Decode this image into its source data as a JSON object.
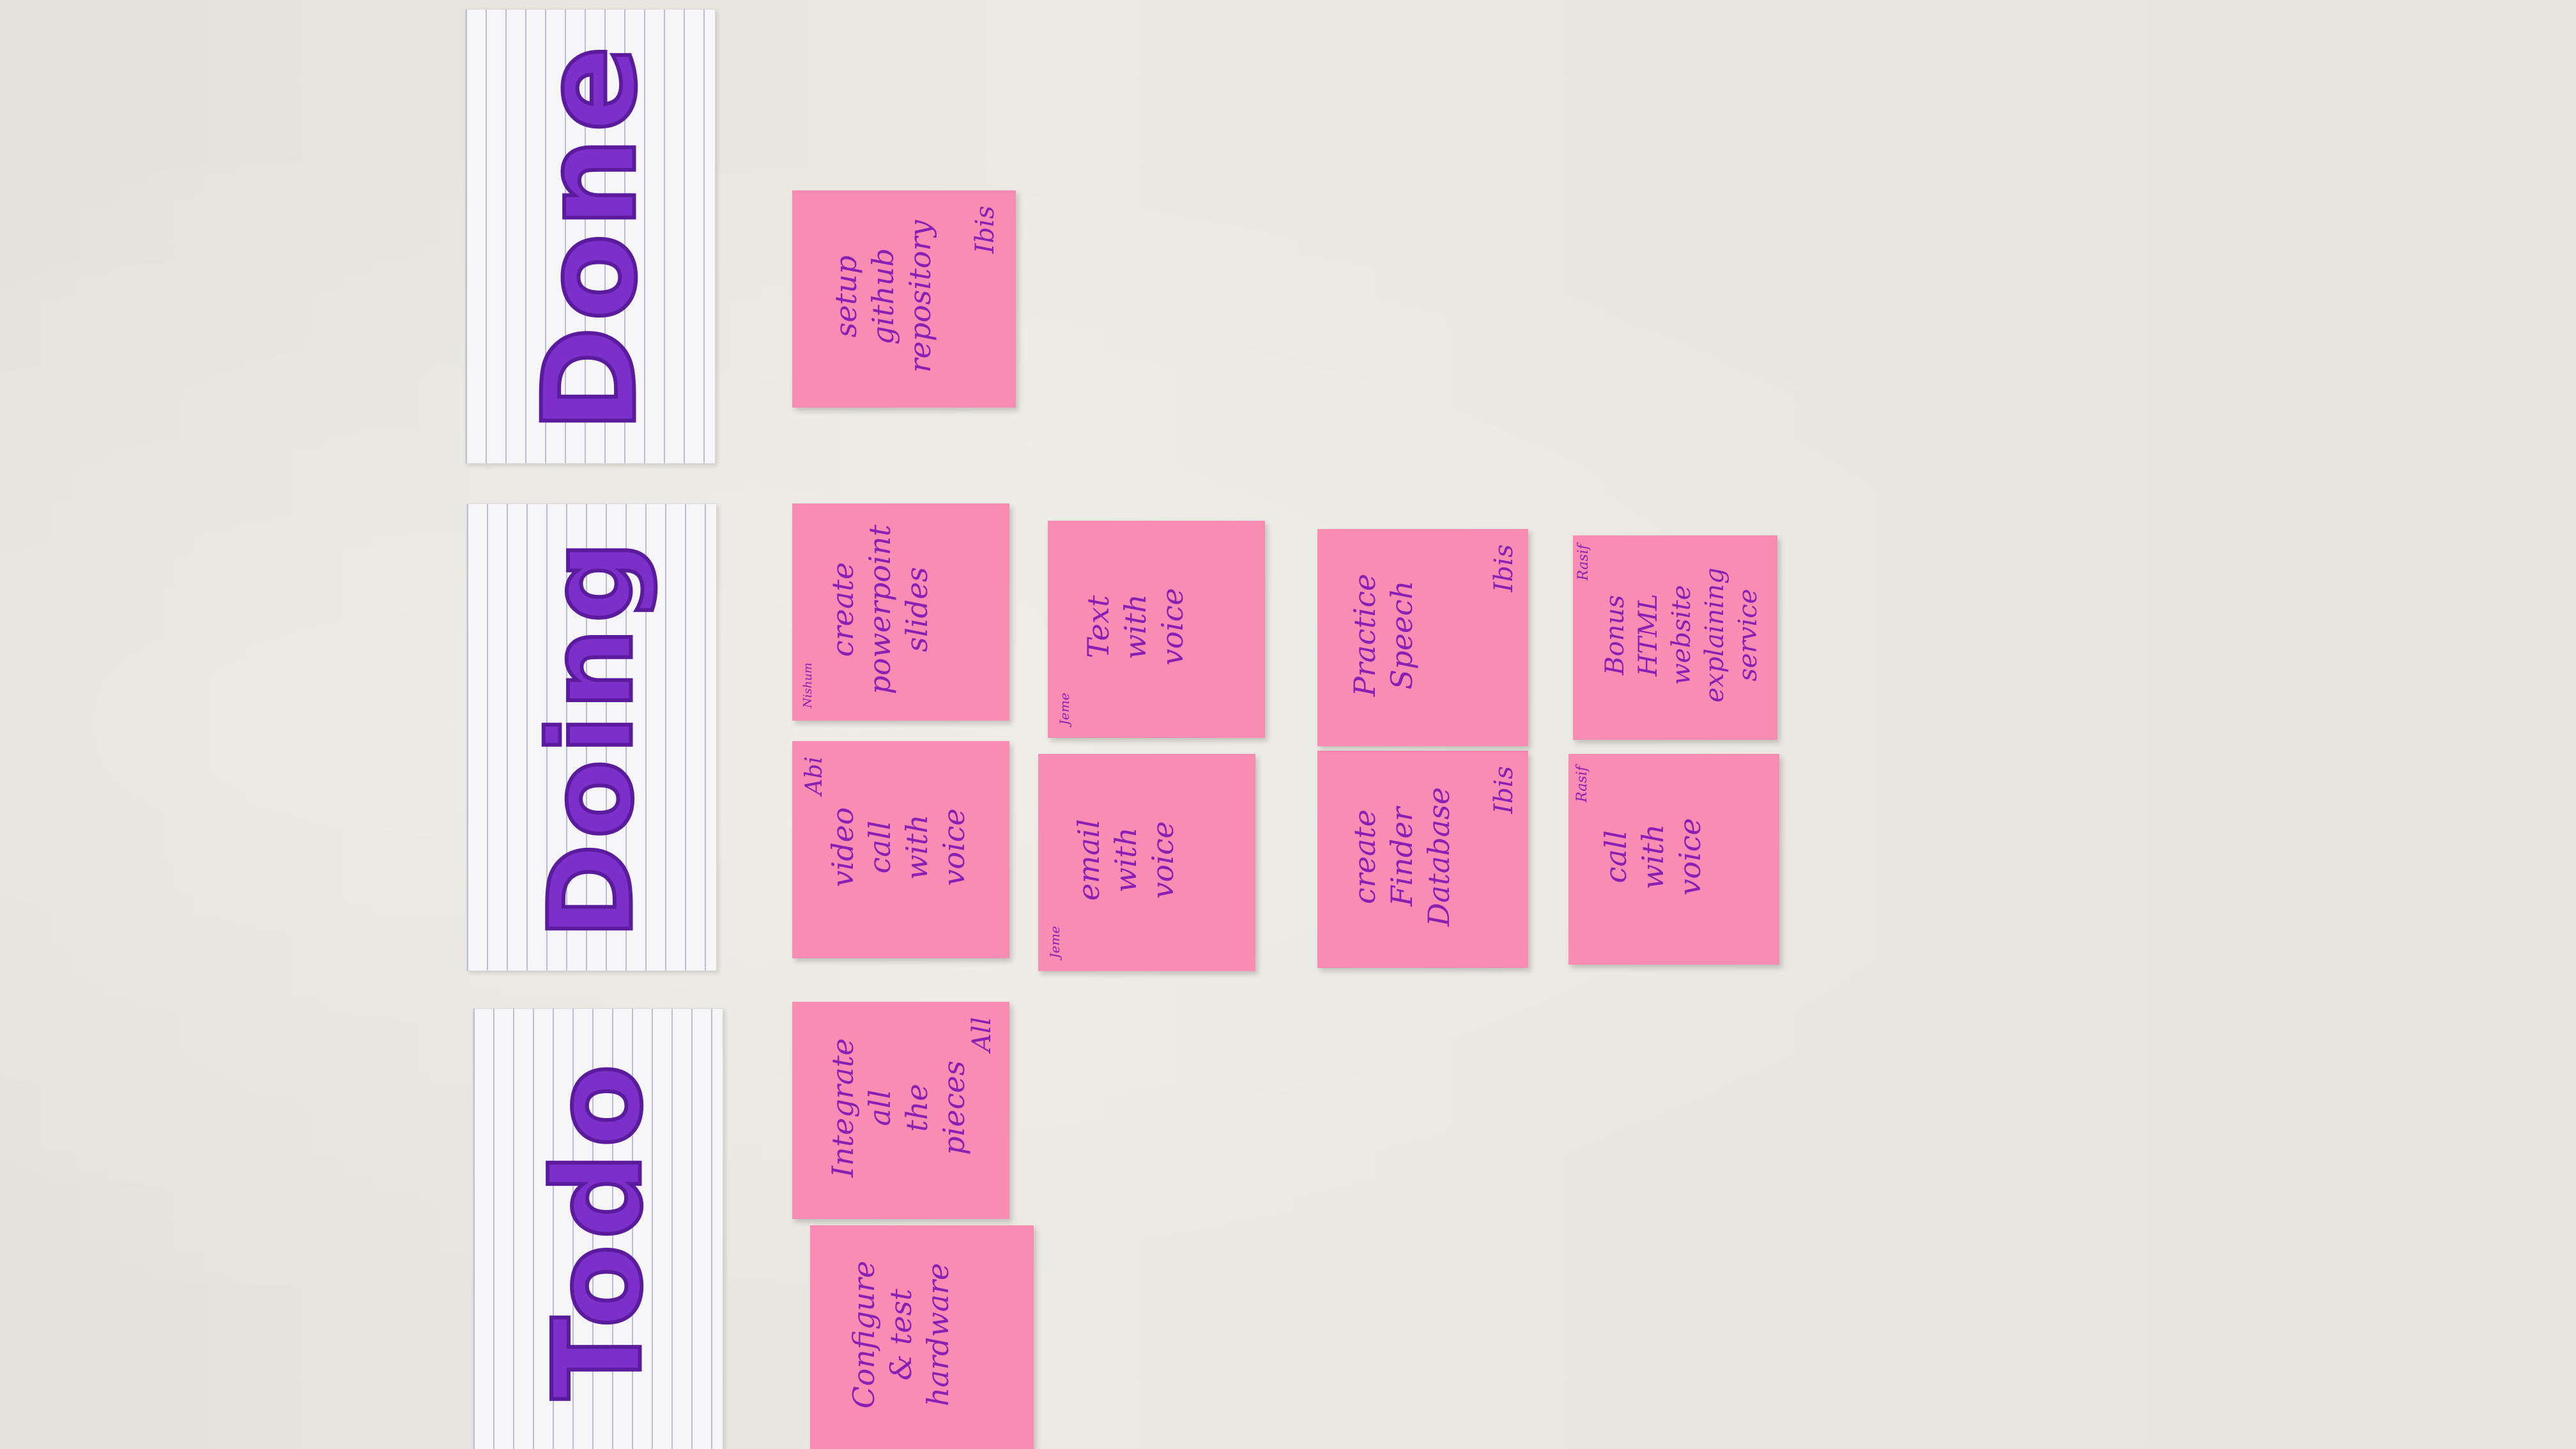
{
  "columns": [
    {
      "header": "Todo"
    },
    {
      "header": "Doing"
    },
    {
      "header": "Done"
    }
  ],
  "notes": {
    "todo": [
      {
        "text": "Configure\n& test\nhardware",
        "owner": ""
      },
      {
        "text": "Integrate\nall\nthe\npieces",
        "owner": "All"
      }
    ],
    "doing": [
      {
        "text": "video\ncall\nwith\nvoice",
        "owner": "Abi"
      },
      {
        "text": "create\npowerpoint\nslides",
        "owner": "Nishum"
      },
      {
        "text": "email\nwith\nvoice",
        "owner": "Jeme"
      },
      {
        "text": "Text\nwith\nvoice",
        "owner": "Jeme"
      },
      {
        "text": "create\nFinder\nDatabase",
        "owner": "Ibis"
      },
      {
        "text": "Practice\nSpeech",
        "owner": "Ibis"
      },
      {
        "text": "call\nwith\nvoice",
        "owner": "Rasif"
      },
      {
        "text": "Bonus\nHTML website\nexplaining\nservice",
        "owner": "Rasif"
      }
    ],
    "done": [
      {
        "text": "setup\ngithub\nrepository",
        "owner": "Ibis"
      }
    ]
  }
}
